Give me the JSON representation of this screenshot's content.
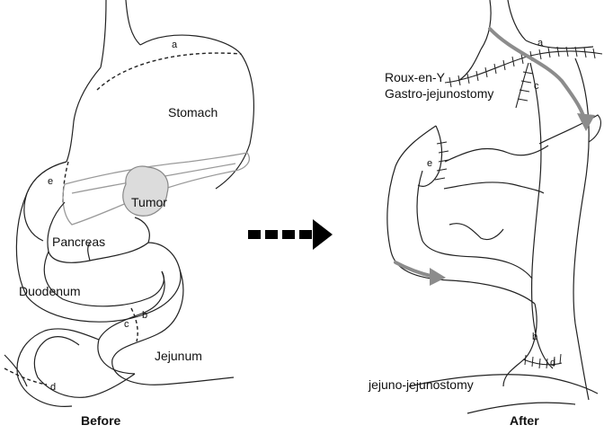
{
  "before": {
    "caption": "Before",
    "labels": {
      "stomach": "Stomach",
      "tumor": "Tumor",
      "pancreas": "Pancreas",
      "duodenum": "Duodenum",
      "jejunum": "Jejunum",
      "a": "a",
      "b": "b",
      "c": "c",
      "d": "d",
      "e": "e"
    }
  },
  "transition_arrow": "dashed-right-arrow-icon",
  "after": {
    "caption": "After",
    "labels": {
      "roux": "Roux-en-Y",
      "gastro": "Gastro-jejunostomy",
      "jejuno": "jejuno-jejunostomy",
      "a": "a",
      "b": "b",
      "c": "c",
      "d": "d",
      "e": "e"
    }
  },
  "colors": {
    "line": "#222222",
    "flow_arrow": "#8c8c8c",
    "pancreas_outline": "#9a9a9a"
  }
}
